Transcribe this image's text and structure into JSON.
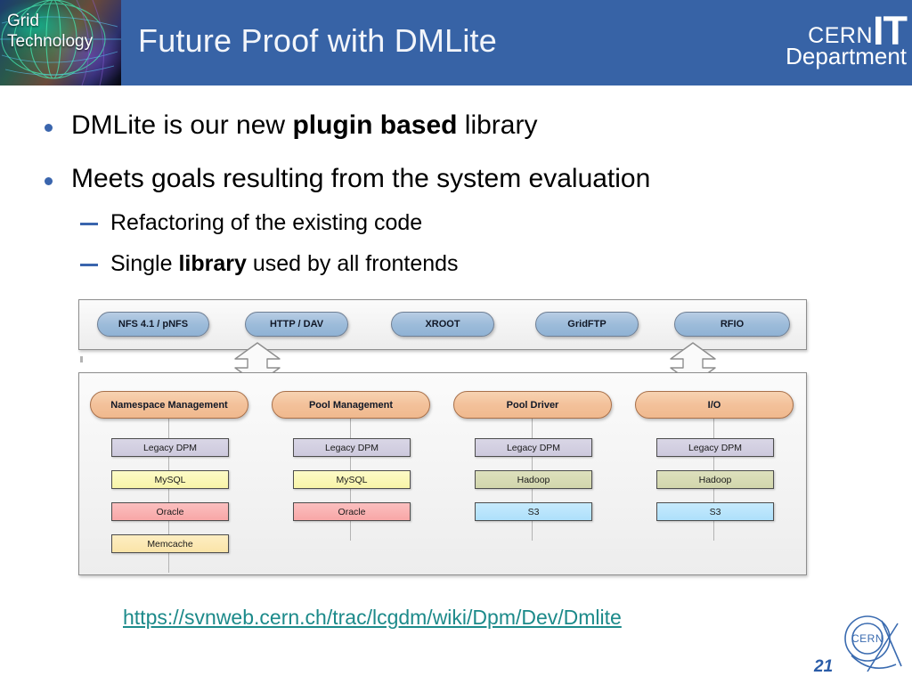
{
  "header": {
    "title": "Future Proof with DMLite",
    "logo_line1": "Grid",
    "logo_line2": "Technology",
    "cern_word": "CERN",
    "it_word": "IT",
    "department_word": "Department",
    "background_color": "#3763a6"
  },
  "bullets": [
    {
      "level": 1,
      "segments": [
        {
          "text": "DMLite is our new ",
          "bold": false
        },
        {
          "text": "plugin based",
          "bold": true
        },
        {
          "text": " library",
          "bold": false
        }
      ]
    },
    {
      "level": 1,
      "segments": [
        {
          "text": "Meets goals resulting from the system evaluation",
          "bold": false
        }
      ]
    },
    {
      "level": 2,
      "segments": [
        {
          "text": "Refactoring of the existing code",
          "bold": false
        }
      ]
    },
    {
      "level": 2,
      "segments": [
        {
          "text": "Single ",
          "bold": false
        },
        {
          "text": "library",
          "bold": true
        },
        {
          "text": " used by all frontends",
          "bold": false
        }
      ]
    }
  ],
  "diagram": {
    "frontends": [
      {
        "label": "NFS 4.1 / pNFS"
      },
      {
        "label": "HTTP / DAV"
      },
      {
        "label": "XROOT"
      },
      {
        "label": "GridFTP"
      },
      {
        "label": "RFIO"
      }
    ],
    "interfaces": [
      {
        "label": "Namespace Management",
        "plugins": [
          {
            "label": "Legacy DPM",
            "color": "#cdc9dd"
          },
          {
            "label": "MySQL",
            "color": "#f8f4a8"
          },
          {
            "label": "Oracle",
            "color": "#f8a7a7"
          },
          {
            "label": "Memcache",
            "color": "#fae4a8"
          }
        ]
      },
      {
        "label": "Pool Management",
        "plugins": [
          {
            "label": "Legacy DPM",
            "color": "#cdc9dd"
          },
          {
            "label": "MySQL",
            "color": "#f8f4a8"
          },
          {
            "label": "Oracle",
            "color": "#f8a7a7"
          }
        ]
      },
      {
        "label": "Pool Driver",
        "plugins": [
          {
            "label": "Legacy DPM",
            "color": "#cdc9dd"
          },
          {
            "label": "Hadoop",
            "color": "#d2d6ac"
          },
          {
            "label": "S3",
            "color": "#aee0fb"
          }
        ]
      },
      {
        "label": "I/O",
        "plugins": [
          {
            "label": "Legacy DPM",
            "color": "#cdc9dd"
          },
          {
            "label": "Hadoop",
            "color": "#d2d6ac"
          },
          {
            "label": "S3",
            "color": "#aee0fb"
          }
        ]
      }
    ],
    "colors": {
      "frontend_pill": "#9dbcda",
      "interface_pill": "#f3c19a",
      "panel_background": "#f3f3f3"
    }
  },
  "link": {
    "text": "https://svnweb.cern.ch/trac/lcgdm/wiki/Dpm/Dev/Dmlite",
    "color": "#1c8a8a"
  },
  "footer": {
    "page_number": "21",
    "logo_text": "CERN",
    "page_number_color": "#2a5ca8"
  }
}
